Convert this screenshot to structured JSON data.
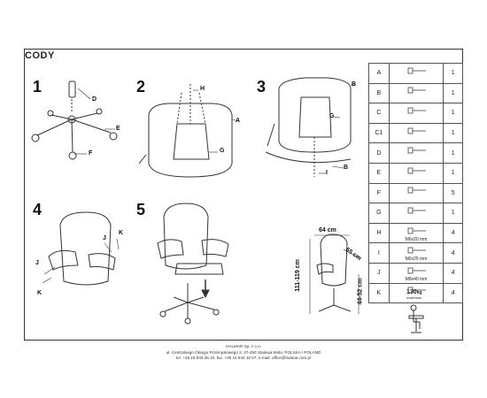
{
  "title": "CODY",
  "steps": [
    "1",
    "2",
    "3",
    "4",
    "5"
  ],
  "labels": {
    "step1": [
      "D",
      "E",
      "F"
    ],
    "step2": [
      "H",
      "A",
      "G"
    ],
    "step3": [
      "B",
      "G",
      "B",
      "I"
    ],
    "step4": [
      "J",
      "K",
      "J",
      "K"
    ]
  },
  "dimensions": {
    "width": "64 cm",
    "depth": "65 cm",
    "height": "111-119 cm",
    "seat": "44-52 cm"
  },
  "parts": [
    {
      "code": "A",
      "qty": "1",
      "size": ""
    },
    {
      "code": "B",
      "qty": "1",
      "size": ""
    },
    {
      "code": "C",
      "qty": "1",
      "size": ""
    },
    {
      "code": "C1",
      "qty": "1",
      "size": ""
    },
    {
      "code": "D",
      "qty": "1",
      "size": ""
    },
    {
      "code": "E",
      "qty": "1",
      "size": ""
    },
    {
      "code": "F",
      "qty": "5",
      "size": ""
    },
    {
      "code": "G",
      "qty": "1",
      "size": ""
    },
    {
      "code": "H",
      "qty": "4",
      "size": "M6x20 mm"
    },
    {
      "code": "I",
      "qty": "4",
      "size": "M6x25 mm"
    },
    {
      "code": "J",
      "qty": "4",
      "size": "M8x40 mm"
    },
    {
      "code": "K",
      "qty": "4",
      "size": ""
    }
  ],
  "weight": {
    "value": "130",
    "unit": "kg",
    "note": "maximum"
  },
  "footer": {
    "line1": "HALMAR Sp. z o.o.",
    "line2": "ul. Centralnego Okręgu Przemysłowego 2, 37-450 Stalowa Wola, POLSKA / POLAND",
    "line3": "tel. +48 15 843 28 10, fax. +48 15 842 19 57, e-mail: office@halmar.com.pl"
  }
}
